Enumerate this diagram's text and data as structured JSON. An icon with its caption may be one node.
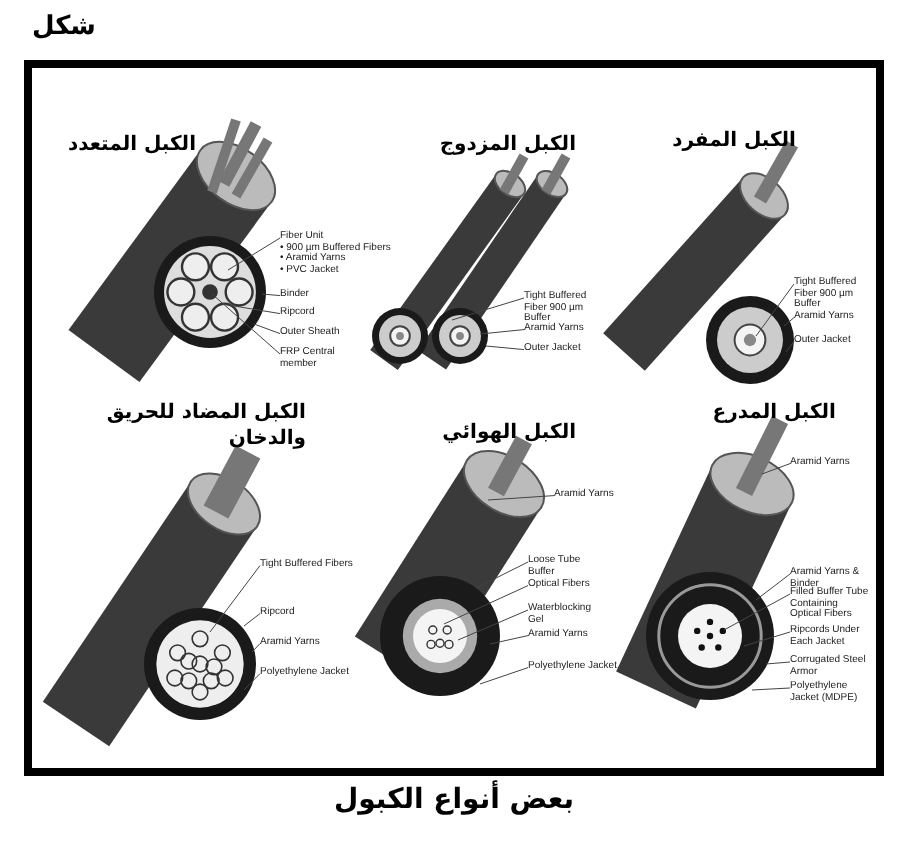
{
  "diagram": {
    "title": "شكل",
    "caption": "بعض أنواع الكبول",
    "nodes": [
      {
        "text": [],
        "shape": "box"
      },
      {
        "text": [
          "Fiber Unit",
          "• 900 µm Buffered Fibers",
          "• Aramid Yarns",
          "• PVC Jacket"
        ],
        "in": 0
      },
      {
        "text": [
          "Binder"
        ],
        "in": 0
      },
      {
        "text": [
          "Ripcord"
        ],
        "in": 0
      },
      {
        "text": [
          "Outer Sheath"
        ],
        "in": 0
      },
      {
        "text": [
          "FRP Central member"
        ],
        "in": 0
      },
      {
        "text": [
          "Tight Buffered Fiber 900 µm Buffer"
        ],
        "in": 0
      },
      {
        "text": [
          "Aramid Yarns"
        ],
        "in": 0
      },
      {
        "text": [
          "Outer Jacket"
        ],
        "in": 0
      },
      {
        "text": [
          "Tight Buffered Fiber 900 µm Buffer"
        ],
        "in": 0
      },
      {
        "text": [
          "Aramid Yarns"
        ],
        "in": 0
      },
      {
        "text": [
          "Outer Jacket"
        ],
        "in": 0
      },
      {
        "text": [
          "Tight Buffered Fibers"
        ],
        "in": 0
      },
      {
        "text": [
          "Ripcord"
        ],
        "in": 0
      },
      {
        "text": [
          "Aramid Yarns"
        ],
        "in": 0
      },
      {
        "text": [
          "Polyethylene Jacket"
        ],
        "in": 0
      },
      {
        "text": [
          "Aramid Yarns"
        ],
        "in": 0
      },
      {
        "text": [
          "Loose Tube Buffer"
        ],
        "in": 0
      },
      {
        "text": [
          "Optical Fibers"
        ],
        "in": 0
      },
      {
        "text": [
          "Waterblocking Gel"
        ],
        "in": 0
      },
      {
        "text": [
          "Aramid Yarns"
        ],
        "in": 0
      },
      {
        "text": [
          "Polyethylene Jacket"
        ],
        "in": 0
      },
      {
        "text": [
          "Aramid Yarns"
        ],
        "in": 0
      },
      {
        "text": [
          "Aramid Yarns & Binder"
        ],
        "in": 0
      },
      {
        "text": [
          "Filled Buffer Tube Containing Optical Fibers"
        ],
        "in": 0
      },
      {
        "text": [
          "Ripcords Under Each Jacket"
        ],
        "in": 0
      },
      {
        "text": [
          "Corrugated Steel Armor"
        ],
        "in": 0
      },
      {
        "text": [
          "Polyethylene Jacket (MDPE)"
        ],
        "in": 0
      },
      {
        "text": [],
        "shape": "picture",
        "in": 0
      },
      {
        "text": [],
        "shape": "picture",
        "in": 0
      },
      {
        "text": [],
        "shape": "picture",
        "in": 0
      },
      {
        "text": [],
        "shape": "picture",
        "in": 0
      },
      {
        "text": [],
        "shape": "picture",
        "in": 0
      },
      {
        "text": [],
        "shape": "picture",
        "in": 0
      }
    ],
    "edges": [
      {
        "from": 1,
        "to": 28,
        "arrow": "none"
      },
      {
        "from": 2,
        "to": 28,
        "arrow": "none"
      },
      {
        "from": 3,
        "to": 28,
        "arrow": "none"
      },
      {
        "from": 4,
        "to": 28,
        "arrow": "none"
      },
      {
        "from": 5,
        "to": 28,
        "arrow": "none"
      },
      {
        "from": 6,
        "to": 29,
        "arrow": "none"
      },
      {
        "from": 7,
        "to": 29,
        "arrow": "none"
      },
      {
        "from": 8,
        "to": 29,
        "arrow": "none"
      },
      {
        "from": 9,
        "to": 30,
        "arrow": "none"
      },
      {
        "from": 10,
        "to": 30,
        "arrow": "none"
      },
      {
        "from": 11,
        "to": 30,
        "arrow": "none"
      },
      {
        "from": 12,
        "to": 31,
        "arrow": "none"
      },
      {
        "from": 13,
        "to": 31,
        "arrow": "none"
      },
      {
        "from": 14,
        "to": 31,
        "arrow": "none"
      },
      {
        "from": 15,
        "to": 31,
        "arrow": "none"
      },
      {
        "from": 16,
        "to": 32,
        "arrow": "none"
      },
      {
        "from": 17,
        "to": 32,
        "arrow": "none"
      },
      {
        "from": 18,
        "to": 32,
        "arrow": "none"
      },
      {
        "from": 19,
        "to": 32,
        "arrow": "none"
      },
      {
        "from": 20,
        "to": 32,
        "arrow": "none"
      },
      {
        "from": 21,
        "to": 32,
        "arrow": "none"
      },
      {
        "from": 22,
        "to": 33,
        "arrow": "none"
      },
      {
        "from": 23,
        "to": 33,
        "arrow": "none"
      },
      {
        "from": 24,
        "to": 33,
        "arrow": "none"
      },
      {
        "from": 25,
        "to": 33,
        "arrow": "none"
      },
      {
        "from": 26,
        "to": 33,
        "arrow": "none"
      },
      {
        "from": 27,
        "to": 33,
        "arrow": "none"
      }
    ],
    "labels": [
      "الكبل المتعدد",
      "الكبل المزدوج",
      "الكبل المفرد",
      "الكبل المضاد للحريق والدخان",
      "الكبل الهوائي",
      "الكبل المدرع"
    ]
  }
}
